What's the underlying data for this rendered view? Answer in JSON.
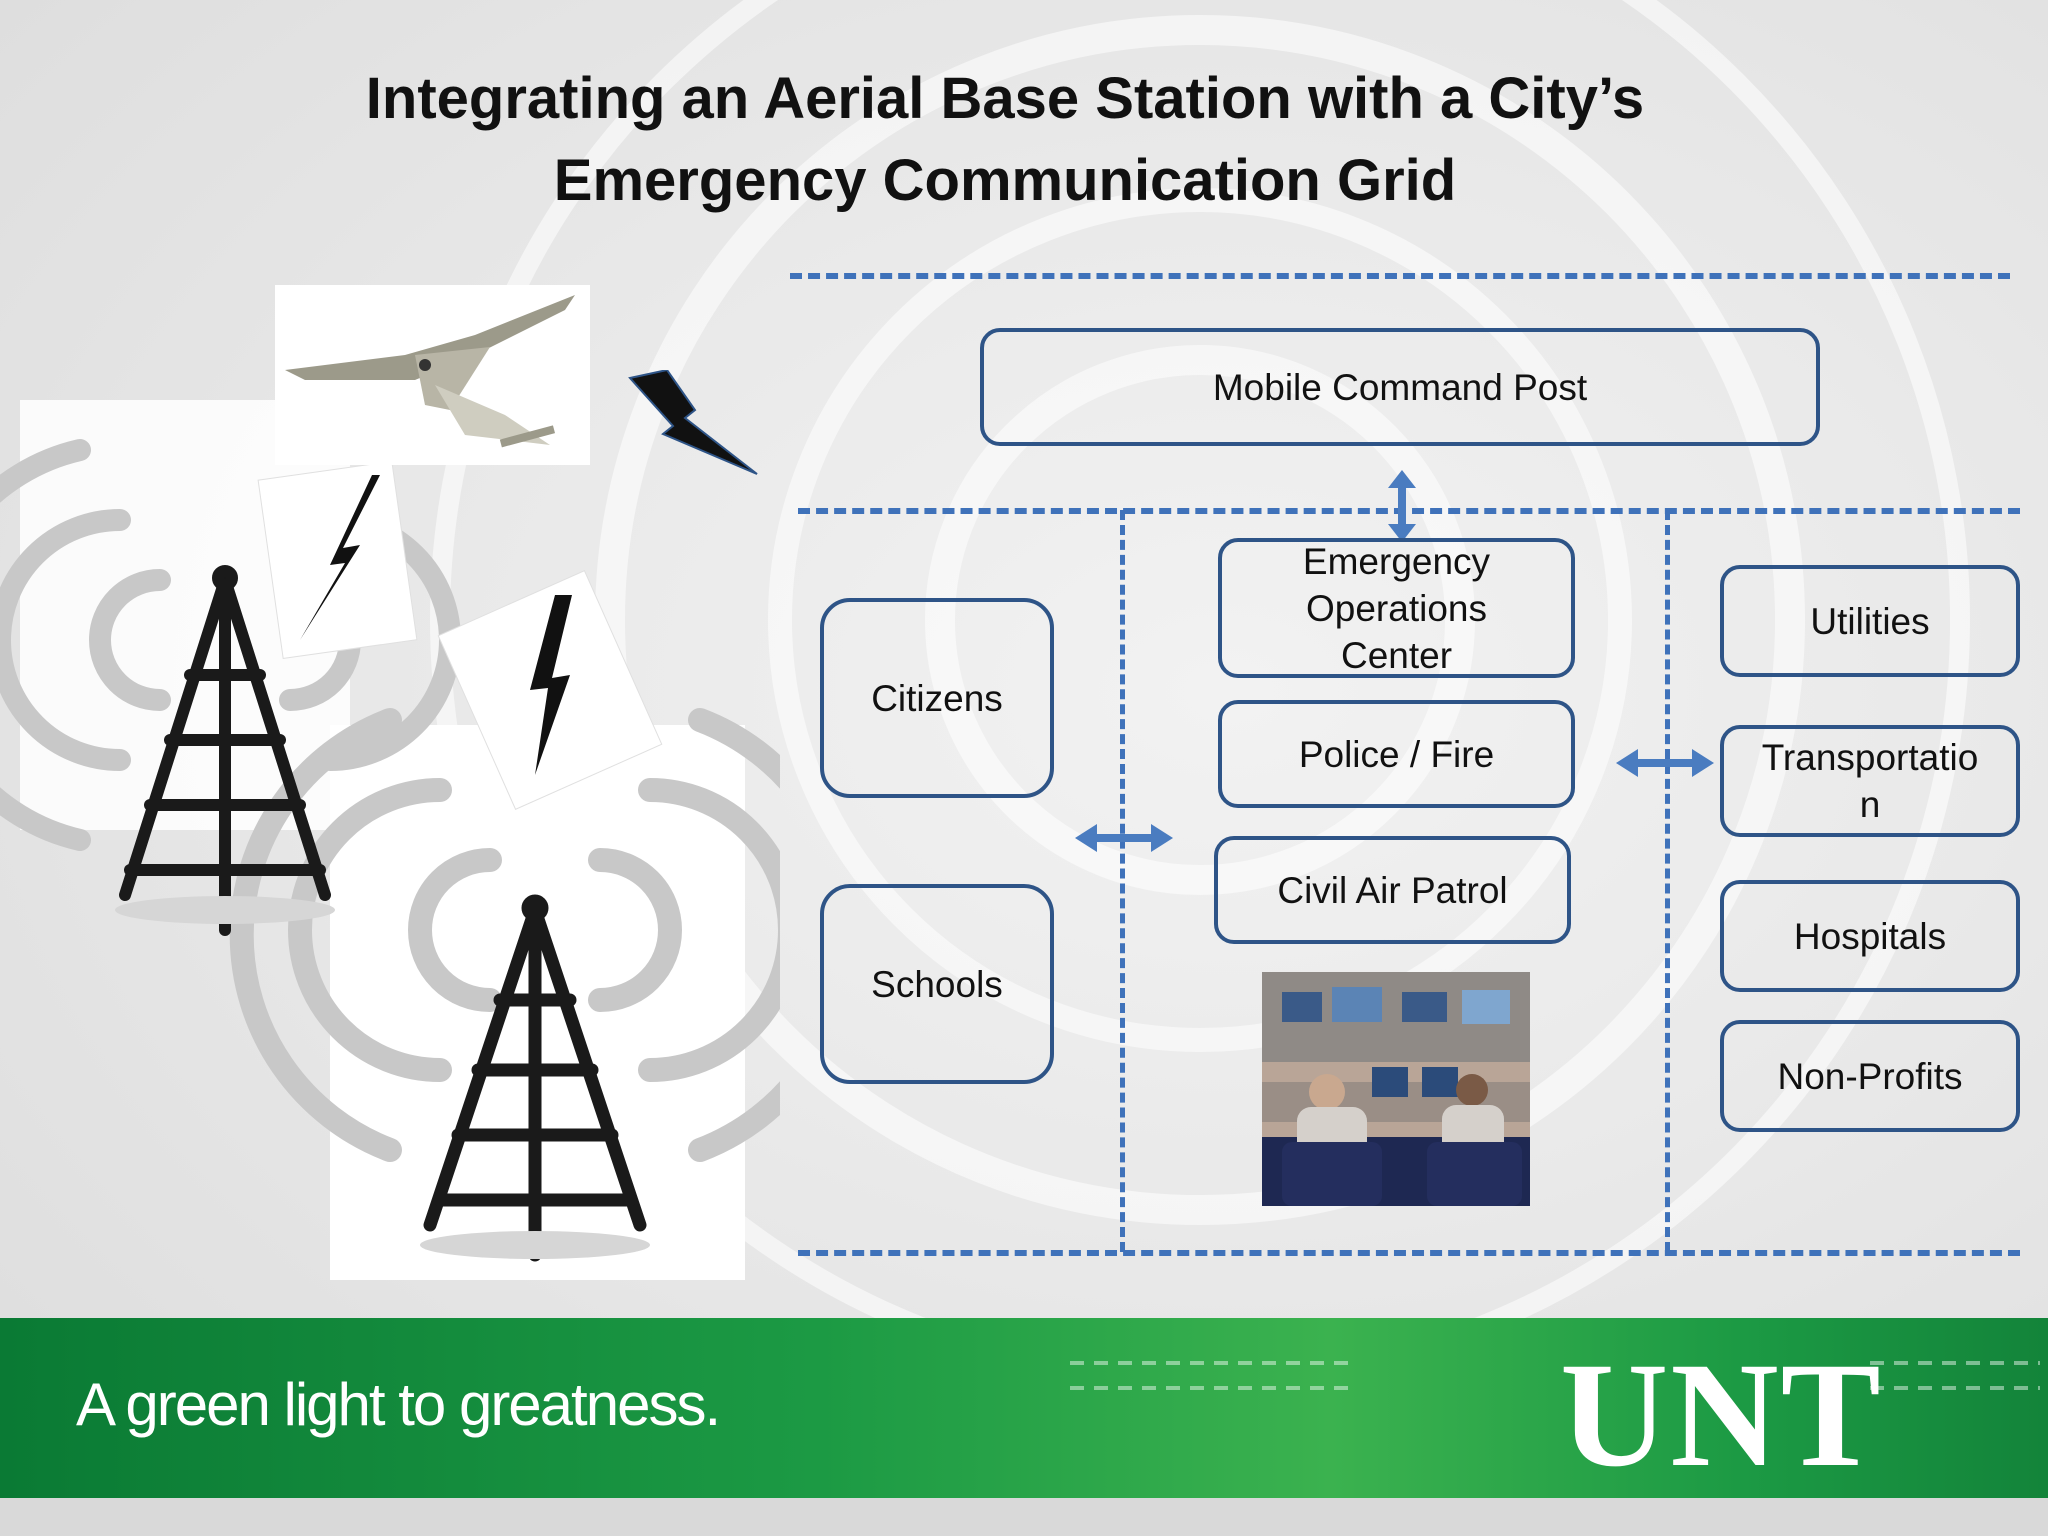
{
  "title": {
    "line1": "Integrating an Aerial Base Station with a City’s",
    "line2": "Emergency Communication Grid"
  },
  "nodes": {
    "mobile_command_post": "Mobile Command Post",
    "citizens": "Citizens",
    "schools": "Schools",
    "eoc_line1": "Emergency",
    "eoc_line2": "Operations",
    "eoc_line3": "Center",
    "police_fire": "Police / Fire",
    "civil_air_patrol": "Civil Air Patrol",
    "utilities": "Utilities",
    "transportation_line1": "Transportatio",
    "transportation_line2": "n",
    "hospitals": "Hospitals",
    "non_profits": "Non-Profits"
  },
  "footer": {
    "tagline": "A green light to greatness.",
    "logo": "UNT"
  },
  "icons": [
    "drone-icon",
    "lightning-bolt-icon",
    "radio-tower-icon",
    "control-room-photo"
  ],
  "colors": {
    "dashed_line": "#3f72ba",
    "box_border": "#2e5487",
    "arrow": "#4a7cc0",
    "footer_green": "#1c9a44"
  }
}
